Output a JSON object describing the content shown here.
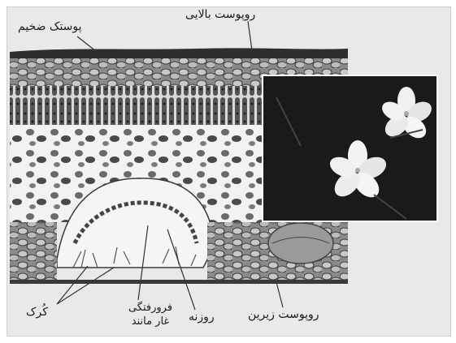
{
  "labels": {
    "thick_cuticle": "پوستک ضخیم",
    "upper_epidermis": "روپوست بالایی",
    "hair": "کُرک",
    "stomatal_pit_line1": "فرورفتگی",
    "stomatal_pit_line2": "غار مانند",
    "stoma": "روزنه",
    "lower_epidermis": "روپوست زیرین"
  },
  "colors": {
    "background": "#e9e9e9",
    "tissue_dark": "#3a3a3a",
    "tissue_mid": "#7b7b7b",
    "tissue_light": "#b5b5b5",
    "photo_bg": "#1a1a1a",
    "flower": "#efefef"
  }
}
